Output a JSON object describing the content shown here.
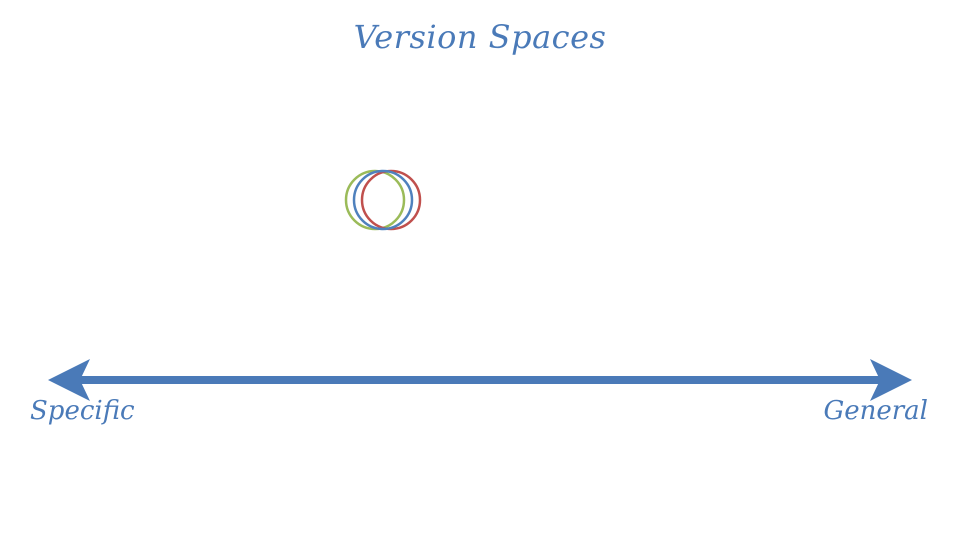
{
  "slide": {
    "title": "Version Spaces"
  },
  "axis": {
    "left_label": "Specific",
    "right_label": "General",
    "color": "#4a7ab8"
  },
  "hypothesis_circles": [
    {
      "name": "green-circle",
      "color": "#9bbb59"
    },
    {
      "name": "red-circle",
      "color": "#c0504d"
    },
    {
      "name": "blue-circle",
      "color": "#4f81bd"
    }
  ]
}
